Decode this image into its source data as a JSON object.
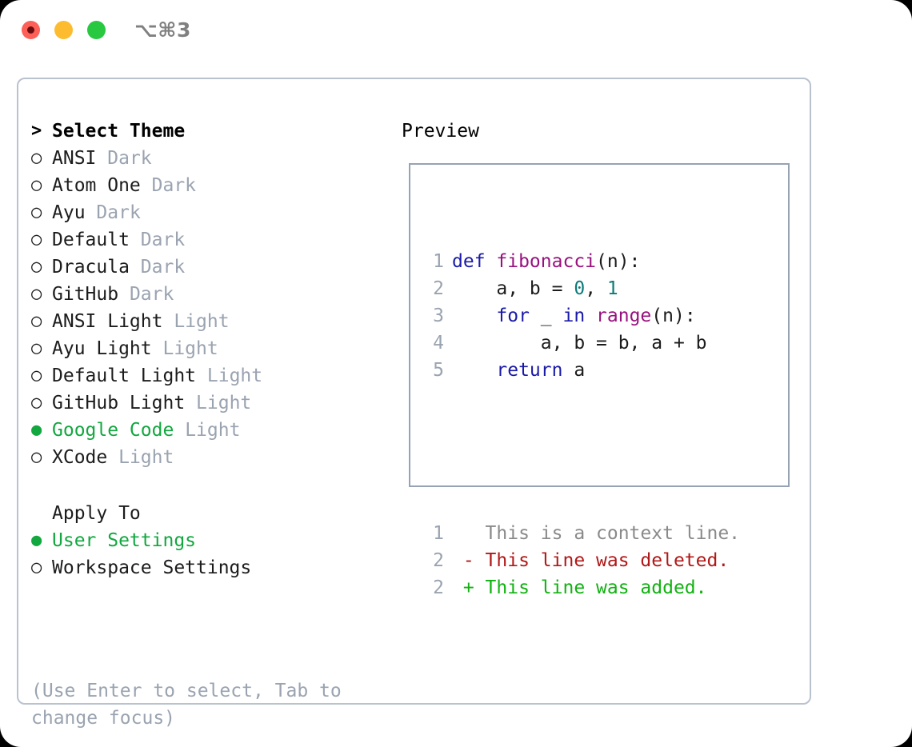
{
  "titlebar": {
    "shortcut": "⌥⌘3",
    "lights": [
      "close",
      "minimize",
      "zoom"
    ]
  },
  "theme_picker": {
    "header_marker": ">",
    "header_label": "Select Theme",
    "marker_unselected": "○",
    "marker_selected": "●",
    "accent_color": "#12a73f",
    "muted_color": "#9aa3b0",
    "items": [
      {
        "name": "ANSI",
        "category": "Dark",
        "selected": false
      },
      {
        "name": "Atom One",
        "category": "Dark",
        "selected": false
      },
      {
        "name": "Ayu",
        "category": "Dark",
        "selected": false
      },
      {
        "name": "Default",
        "category": "Dark",
        "selected": false
      },
      {
        "name": "Dracula",
        "category": "Dark",
        "selected": false
      },
      {
        "name": "GitHub",
        "category": "Dark",
        "selected": false
      },
      {
        "name": "ANSI Light",
        "category": "Light",
        "selected": false
      },
      {
        "name": "Ayu Light",
        "category": "Light",
        "selected": false
      },
      {
        "name": "Default Light",
        "category": "Light",
        "selected": false
      },
      {
        "name": "GitHub Light",
        "category": "Light",
        "selected": false
      },
      {
        "name": "Google Code",
        "category": "Light",
        "selected": true
      },
      {
        "name": "XCode",
        "category": "Light",
        "selected": false
      }
    ]
  },
  "apply_to": {
    "header_label": "Apply To",
    "options": [
      {
        "label": "User Settings",
        "selected": true
      },
      {
        "label": "Workspace Settings",
        "selected": false
      }
    ]
  },
  "hint": "(Use Enter to select, Tab to change focus)",
  "preview": {
    "title": "Preview",
    "code_lines": [
      {
        "no": "1",
        "tokens": [
          {
            "t": "def ",
            "c": "kw"
          },
          {
            "t": "fibonacci",
            "c": "fn"
          },
          {
            "t": "(n):",
            "c": "plain"
          }
        ]
      },
      {
        "no": "2",
        "tokens": [
          {
            "t": "    a, b = ",
            "c": "plain"
          },
          {
            "t": "0",
            "c": "num"
          },
          {
            "t": ", ",
            "c": "plain"
          },
          {
            "t": "1",
            "c": "num"
          }
        ]
      },
      {
        "no": "3",
        "tokens": [
          {
            "t": "    ",
            "c": "plain"
          },
          {
            "t": "for",
            "c": "kw"
          },
          {
            "t": " _ ",
            "c": "plain"
          },
          {
            "t": "in",
            "c": "kw"
          },
          {
            "t": " ",
            "c": "plain"
          },
          {
            "t": "range",
            "c": "fn"
          },
          {
            "t": "(n):",
            "c": "plain"
          }
        ]
      },
      {
        "no": "4",
        "tokens": [
          {
            "t": "        a, b = b, a + b",
            "c": "plain"
          }
        ]
      },
      {
        "no": "5",
        "tokens": [
          {
            "t": "    ",
            "c": "plain"
          },
          {
            "t": "return",
            "c": "kw"
          },
          {
            "t": " a",
            "c": "plain"
          }
        ]
      }
    ],
    "diff_lines": [
      {
        "no": "1",
        "sign": " ",
        "text": "This is a context line.",
        "kind": "ctx"
      },
      {
        "no": "2",
        "sign": "-",
        "text": "This line was deleted.",
        "kind": "del"
      },
      {
        "no": "2",
        "sign": "+",
        "text": "This line was added.",
        "kind": "add"
      }
    ]
  }
}
